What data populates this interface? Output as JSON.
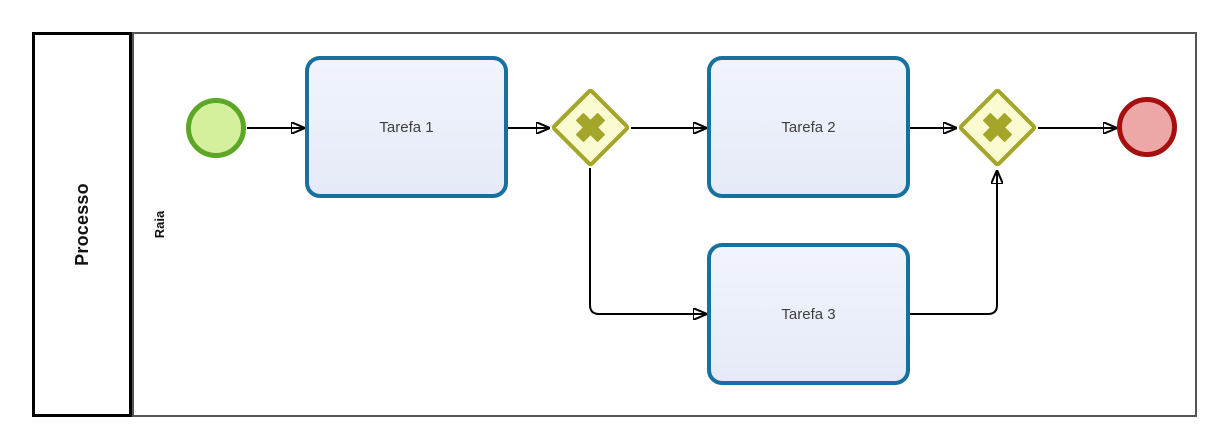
{
  "diagram": {
    "pool": {
      "label": "Processo"
    },
    "lane": {
      "label": "Raia"
    },
    "nodes": {
      "start_event": {
        "type": "start-event"
      },
      "task1": {
        "label": "Tarefa 1"
      },
      "task2": {
        "label": "Tarefa 2"
      },
      "task3": {
        "label": "Tarefa 3"
      },
      "gateway1": {
        "type": "exclusive-gateway-x"
      },
      "gateway2": {
        "type": "exclusive-gateway-x"
      },
      "end_event": {
        "type": "end-event"
      }
    },
    "flows": [
      {
        "from": "start_event",
        "to": "task1"
      },
      {
        "from": "task1",
        "to": "gateway1"
      },
      {
        "from": "gateway1",
        "to": "task2"
      },
      {
        "from": "gateway1",
        "to": "task3"
      },
      {
        "from": "task2",
        "to": "gateway2"
      },
      {
        "from": "task3",
        "to": "gateway2"
      },
      {
        "from": "gateway2",
        "to": "end_event"
      }
    ]
  },
  "colors": {
    "pool-border": "#000000",
    "lane-border": "#545454",
    "task-border": "#17719e",
    "task-fill-top": "#f1f4fc",
    "task-fill-bottom": "#e5eaf8",
    "gateway-border": "#a3a629",
    "gateway-fill": "#fbfbd2",
    "gateway-x": "#a3a629",
    "start-border": "#5ca826",
    "start-fill": "#d5f09c",
    "end-border": "#a50f0f",
    "end-fill": "#eea7a7",
    "flow-color": "#000000"
  }
}
